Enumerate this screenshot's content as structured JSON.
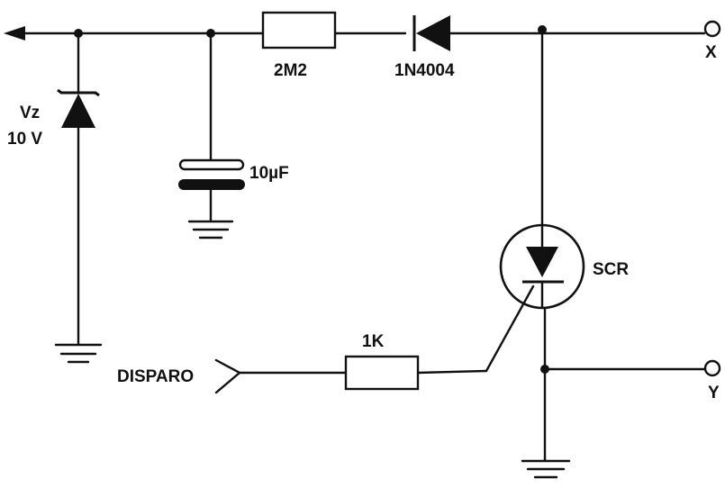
{
  "labels": {
    "zener_name": "Vz",
    "zener_value": "10 V",
    "resistor_top": "2M2",
    "diode": "1N4004",
    "capacitor": "10µF",
    "scr": "SCR",
    "resistor_gate": "1K",
    "trigger_input": "DISPARO",
    "terminal_x": "X",
    "terminal_y": "Y"
  },
  "colors": {
    "ink": "#111111",
    "background": "#ffffff"
  }
}
